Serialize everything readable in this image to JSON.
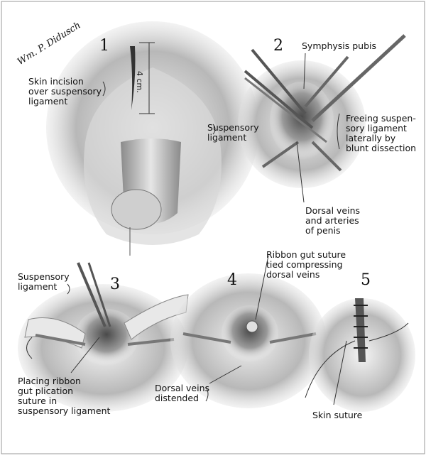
{
  "signature": "Wm. P. Didusch",
  "figures": [
    {
      "number": "1"
    },
    {
      "number": "2"
    },
    {
      "number": "3"
    },
    {
      "number": "4"
    },
    {
      "number": "5"
    }
  ],
  "labels": {
    "skin_incision": "Skin incision\nover suspensory\nligament",
    "measure": "4 cm.",
    "symphysis": "Symphysis pubis",
    "suspensory_2": "Suspensory\nligament",
    "freeing": "Freeing suspen-\nsory ligament\nlaterally by\nblunt dissection",
    "dorsal_2": "Dorsal veins\nand arteries\nof penis",
    "suspensory_3": "Suspensory\nligament",
    "ribbon_gut": "Ribbon gut suture\ntied compressing\ndorsal veins",
    "placing": "Placing ribbon\ngut plication\nsuture in\nsuspensory ligament",
    "dorsal_distended": "Dorsal veins\ndistended",
    "skin_suture": "Skin suture"
  },
  "colors": {
    "paper": "#ffffff",
    "ink": "#111111",
    "shade": "#9a9a9a"
  }
}
